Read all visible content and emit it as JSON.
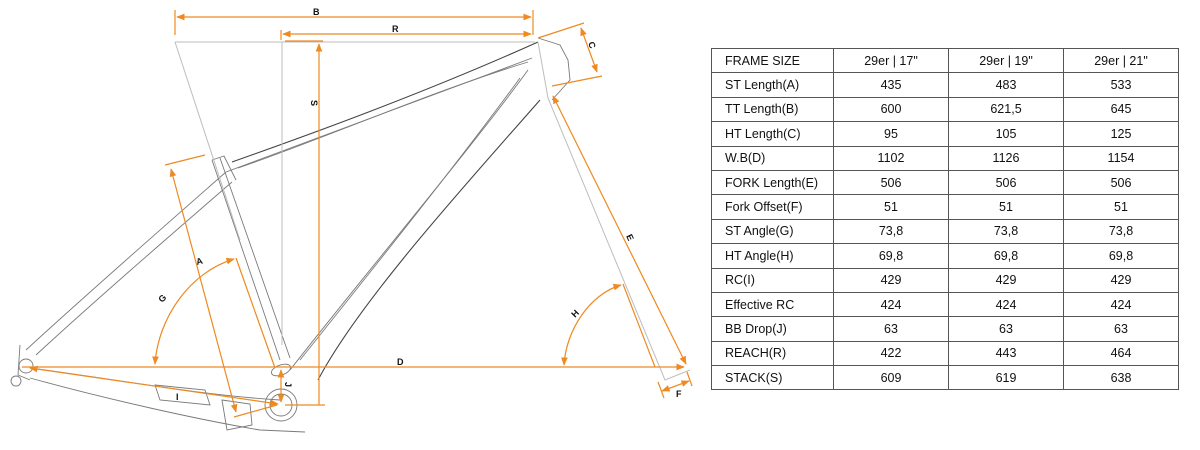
{
  "diagram": {
    "labels": {
      "A": "A",
      "B": "B",
      "C": "C",
      "D": "D",
      "E": "E",
      "F": "F",
      "G": "G",
      "H": "H",
      "I": "I",
      "J": "J",
      "R": "R",
      "S": "S"
    },
    "accent_color": "#ee8a21"
  },
  "table": {
    "headers": [
      "FRAME SIZE",
      "29er | 17\"",
      "29er | 19\"",
      "29er | 21\""
    ],
    "rows": [
      {
        "label": "ST Length(A)",
        "values": [
          "435",
          "483",
          "533"
        ]
      },
      {
        "label": "TT Length(B)",
        "values": [
          "600",
          "621,5",
          "645"
        ]
      },
      {
        "label": "HT Length(C)",
        "values": [
          "95",
          "105",
          "125"
        ]
      },
      {
        "label": "W.B(D)",
        "values": [
          "1102",
          "1126",
          "1154"
        ]
      },
      {
        "label": "FORK Length(E)",
        "values": [
          "506",
          "506",
          "506"
        ]
      },
      {
        "label": "Fork Offset(F)",
        "values": [
          "51",
          "51",
          "51"
        ]
      },
      {
        "label": "ST Angle(G)",
        "values": [
          "73,8",
          "73,8",
          "73,8"
        ]
      },
      {
        "label": "HT Angle(H)",
        "values": [
          "69,8",
          "69,8",
          "69,8"
        ]
      },
      {
        "label": "RC(I)",
        "values": [
          "429",
          "429",
          "429"
        ]
      },
      {
        "label": "Effective RC",
        "values": [
          "424",
          "424",
          "424"
        ]
      },
      {
        "label": "BB Drop(J)",
        "values": [
          "63",
          "63",
          "63"
        ]
      },
      {
        "label": "REACH(R)",
        "values": [
          "422",
          "443",
          "464"
        ]
      },
      {
        "label": "STACK(S)",
        "values": [
          "609",
          "619",
          "638"
        ]
      }
    ]
  }
}
